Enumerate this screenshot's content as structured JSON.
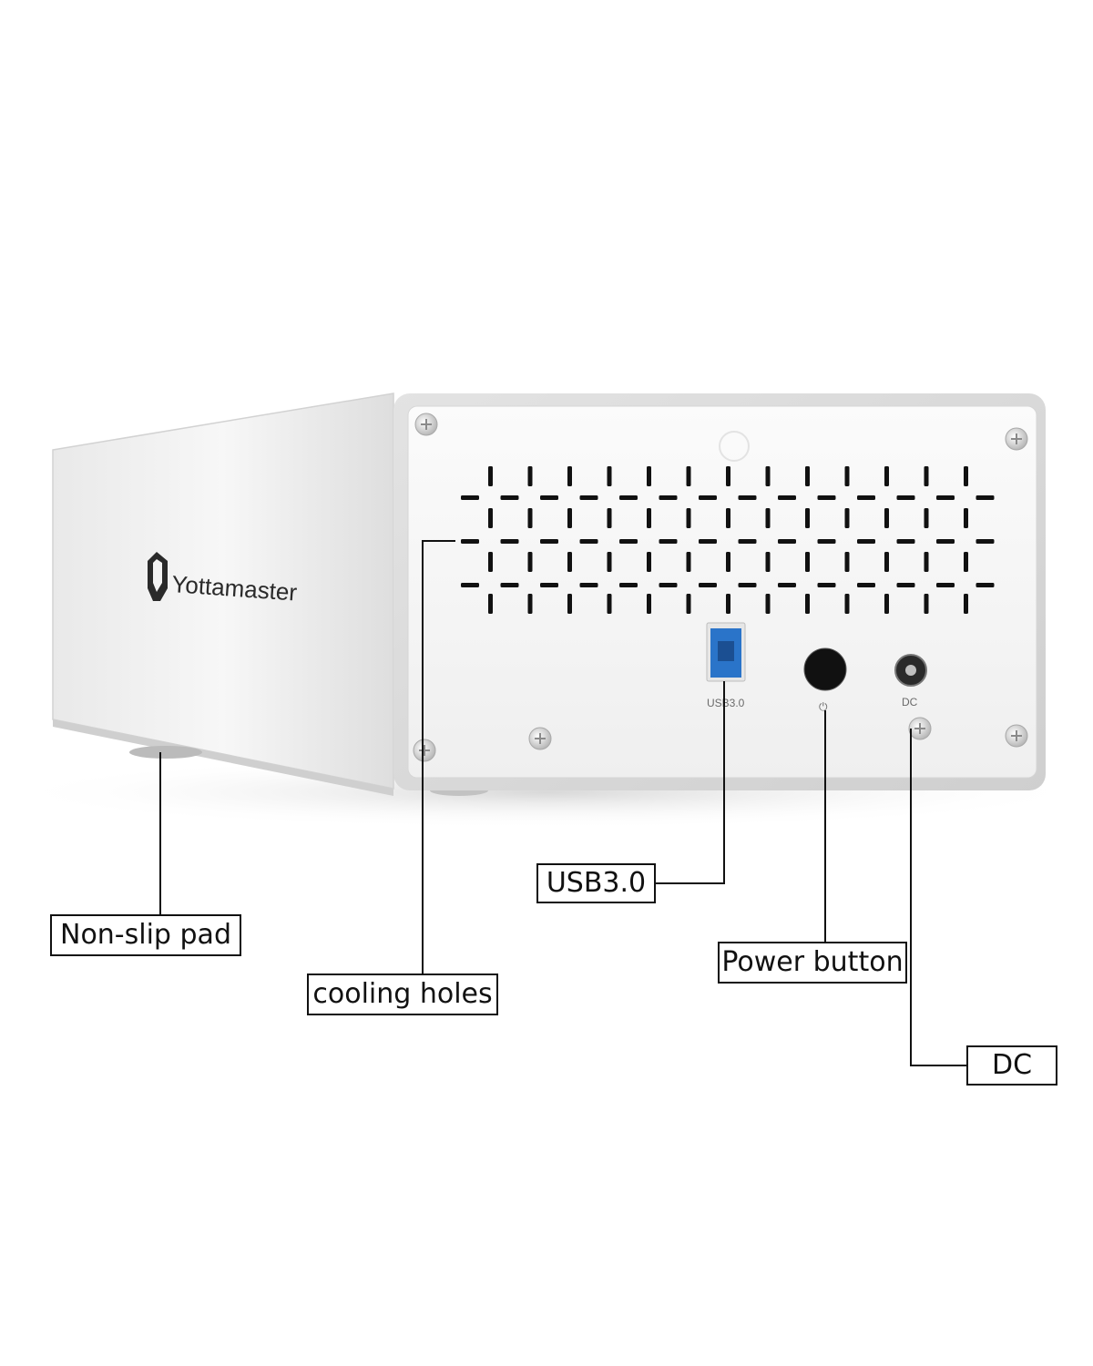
{
  "product": {
    "brand": "Yottamaster",
    "colors": {
      "body_light": "#f4f4f4",
      "body_mid": "#dcdcdc",
      "body_shadow": "#bdbdbd",
      "usb_port_blue": "#2a74c9",
      "power_button": "#111111",
      "background": "#ffffff"
    }
  },
  "ports": {
    "usb_label": "USB3.0",
    "dc_label": "DC",
    "power_symbol": "⏻"
  },
  "callouts": {
    "usb": "USB3.0",
    "non_slip": "Non-slip pad",
    "cooling": "cooling holes",
    "power": "Power button",
    "dc": "DC"
  }
}
